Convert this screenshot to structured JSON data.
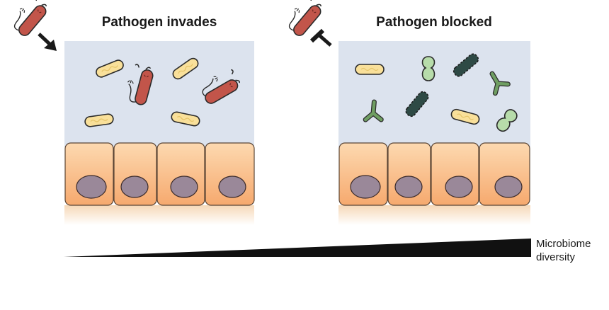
{
  "panels": [
    {
      "title": "Pathogen invades",
      "outcome": "invade"
    },
    {
      "title": "Pathogen blocked",
      "outcome": "blocked"
    }
  ],
  "diversity_axis": {
    "label_line1": "Microbiome",
    "label_line2": "diversity",
    "direction": "increasing left-to-right"
  },
  "colors": {
    "lumen": "#dce3ee",
    "cell_top": "#fdd6ac",
    "cell_bottom": "#f7ad74",
    "nucleus": "#9a8899",
    "pathogen": "#c2554a",
    "commensal_rod": "#f9e09a",
    "cocci": "#b7dcaa",
    "spiky": "#2e4a45",
    "y_shaped": "#6f9e62",
    "arrow": "#1a1a1a"
  },
  "icons": {
    "invade_arrow": "arrow-icon",
    "block_symbol": "inhibition-icon"
  }
}
